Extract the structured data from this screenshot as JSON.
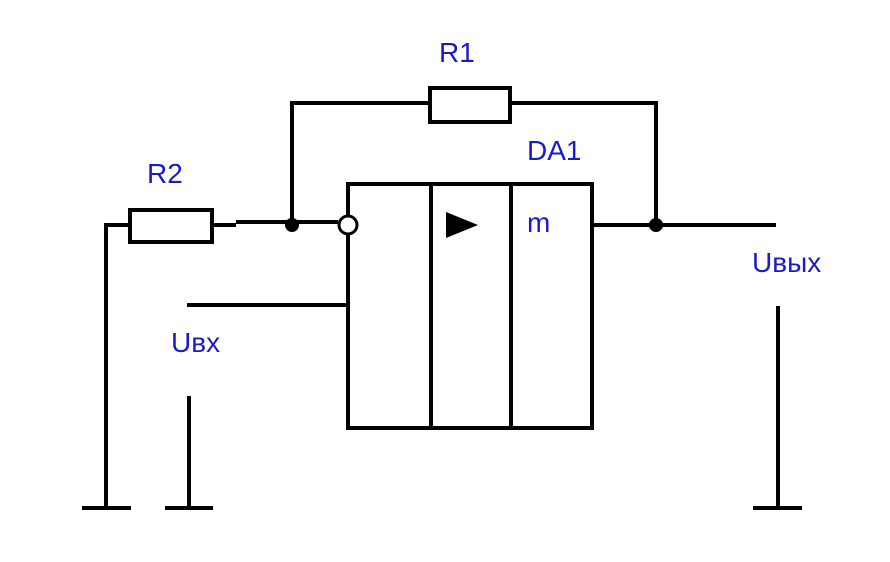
{
  "labels": {
    "r1": "R1",
    "r2": "R2",
    "da1": "DA1",
    "m": "m",
    "u_in": "Uвх",
    "u_out": "Uвых"
  },
  "colors": {
    "label": "#1a1acc",
    "line": "#000000",
    "background": "#ffffff"
  }
}
